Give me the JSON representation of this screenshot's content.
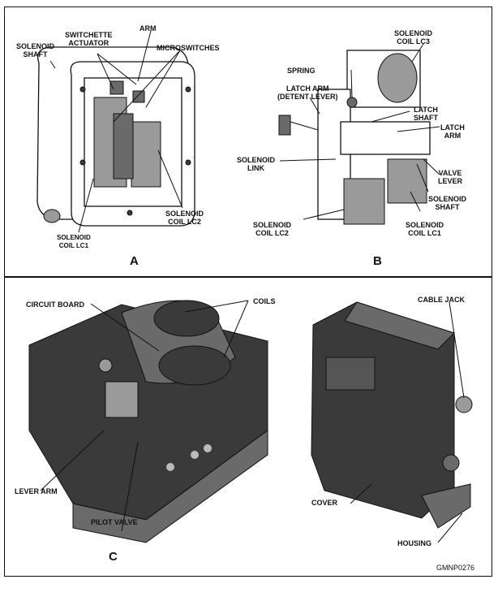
{
  "figure_id": "GMNP0276",
  "panels": {
    "A": {
      "letter": "A",
      "labels": {
        "solenoid_shaft": "SOLENOID\nSHAFT",
        "switchette_actuator": "SWITCHETTE\nACTUATOR",
        "arm": "ARM",
        "microswitches": "MICROSWITCHES",
        "solenoid_coil_lc2": "SOLENOID\nCOIL LC2",
        "solenoid_coil_lc1": "SOLENOID\nCOIL LC1"
      }
    },
    "B": {
      "letter": "B",
      "labels": {
        "solenoid_coil_lc3": "SOLENOID\nCOIL LC3",
        "spring": "SPRING",
        "latch_arm_detent": "LATCH ARM\n(DETENT LEVER)",
        "latch_shaft": "LATCH\nSHAFT",
        "latch_arm": "LATCH\nARM",
        "solenoid_link": "SOLENOID\nLINK",
        "valve_lever": "VALVE\nLEVER",
        "solenoid_shaft": "SOLENOID\nSHAFT",
        "solenoid_coil_lc2": "SOLENOID\nCOIL LC2",
        "solenoid_coil_lc1": "SOLENOID\nCOIL LC1"
      }
    },
    "C": {
      "letter": "C",
      "labels": {
        "circuit_board": "CIRCUIT BOARD",
        "coils": "COILS",
        "lever_arm": "LEVER ARM",
        "pilot_valve": "PILOT VALVE"
      }
    },
    "D": {
      "labels": {
        "cable_jack": "CABLE JACK",
        "cover": "COVER",
        "housing": "HOUSING"
      }
    }
  }
}
